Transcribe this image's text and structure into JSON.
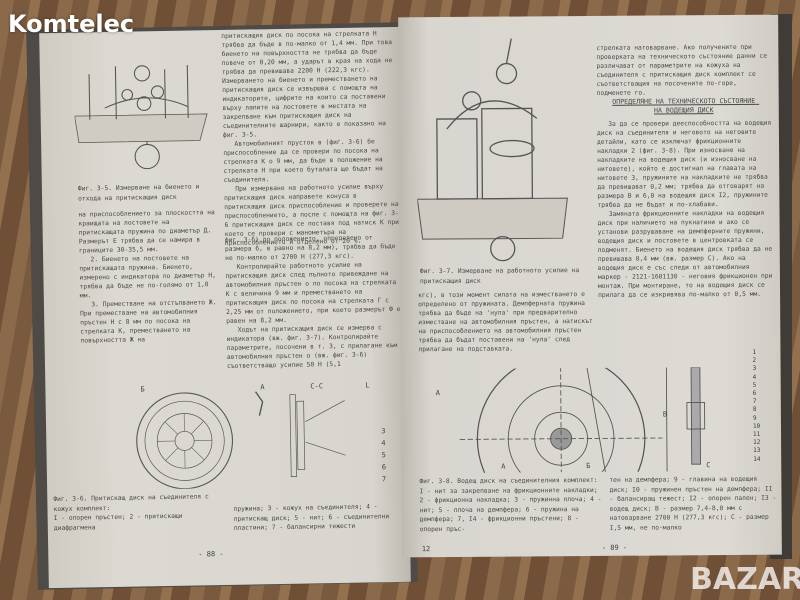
{
  "watermarks": {
    "top_left": "Komtelec",
    "bottom_right": "BAZAR"
  },
  "left_page": {
    "top_right_text": "притискащия диск по посока на стрелката Н трябва да бъде в по-малко от 1,4 мм. При това биенето на повърхността не трябва да бъде повече от 0,20 мм, а ударът в края на хода не трябва да превишава 2200 Н (222,3 кгс). Измерването на биенето и преместването на притискащия диск се извършва с помощта на индикаторите, цифрите на които са поставени върху лапите на лостовете в местата на закрепване към притискащия диск на съединителните шарнири, както е показано на фиг. 3-5.\n   Автомобилният прусток в (фиг. 3-6) бе приспособление да се провери по посока на стрелката К о 9 мм, да бъде в положение на стрелката Н при което буталата ще бъдат на съединителя.\n   При измерване на работното усилие върху притискащия диск направете конуса в притискащия диск приспособление и проверете на приспособлението, а после с помощта на фиг. 3-6 притискащия диск се поставя под натиск К при което се провери с манометъра на приспособлението и отделено от 20 %.",
    "fig1_caption": "Фиг. 3-5. Измерване на биенето и отхода на притискащия диск",
    "lower_left_text": "на приспособлението за плоскостта на краищата на лостовете на притискащата пружина по диаметър Д. Размерът Е трябва да се намира в границите 30-35,5 мм.\n   2. Биенето на лостовете на притискащата пружина. Биенето, измерено с индикатора по диаметър Н, трябва да бъде не по-голямо от 1,0 мм.\n   3. Преместване на отстъпването Ж. При преместване на автомобилния пръстен Н с 8 мм по посока на стрелката К, преместването на повърхността Ж на",
    "lower_right_text": "фиг. 3-6) до положението, определено от размера 6, в равно на 8,2 мм), трябва да бъде не по-малко от 2700 Н (277,3 кгс).\n   Контролирайте работното усилие на притискащия диск след пълното привеждане на автомобилния пръстен о по посока на стрелката К с величина 9 мм и преместването на притискащия диск по посока на стрелката Г с 2,25 мм от положението, при което размерът Ф е равен на 8,2 мм.\n   Ходът на притискащия диск се измерва с индикатора (вж. фиг. 3-7). Контролирайте параметрите, посочени в т. 3, с прилагане към автомобилния пръстен о (вж. фиг. 3-6) съответстващо усилие 50 Н (5,1",
    "fig_labels": [
      "Б",
      "А",
      "С-С",
      "L"
    ],
    "fig2_caption": "Фиг. 3-6. Притискащ диск на съединителя с кожух комплект:\nI - опорен пръстен; 2 - притискащи диафрагмена",
    "fig2_caption_cont": "пружина; 3 - кожух на съединителя; 4 - притискащ диск; 5 - нит; 6 - съединителни пластини; 7 - балансирни тежести",
    "callouts": [
      "3",
      "4",
      "5",
      "6",
      "7"
    ],
    "page_number": "- 88 -"
  },
  "right_page": {
    "top_text": "стрелката натоварване. Ако получените при проверката на техническото състояние данни се различават от параметрите на кожуха на съединителя с притискащия диск комплект се съответстващия на посочените по-горе, подменете го.",
    "heading": "ОПРЕДЕЛЯНЕ НА ТЕХНИЧЕСКОТО СЪСТОЯНИЕ НА ВОДЕЩИЯ ДИСК",
    "body_text": "   За да се провери дееспособността на водещия диск на съединителя и неговото на неговите детайли, като се изключат фрикционните накладки 2 (фиг. 3-8). При износване на накладките на водещия диск (и износване на нитовете), който е достигнал на главата на нитовете 3, пружините на накладките не трябва да превишават 0,2 мм; трябва да отговарят на размера В и 6,0 на водещия диск I2, пружините трябва да не бъдат и по-хлабави.\n   Замяната фрикционните накладки на водещия диск при наличието на пукнатини и ако се установи разрушаване на демпферните пружини, водещия диск и лостовете в центровката се подменят. Биенето на водещия диск трябва да не превишава 0,4 мм (вж. размер С). Ако на водещия диск е със следи от автомобилния маркер - 2121-1601130 - неговия фрикционен при монтаж. При монтиране, то на водещия диск се прилага да се изкривява по-малко от 0,5 мм.",
    "fig_caption_top": "Фиг. 3-7. Измерване на работното усилие на притискащия диск",
    "mid_text": "кгс), в този момент силата на изместването е определено от пружината. Демпферната пружина трябва да бъде на 'нула' при предварително изместване на автомобилния пръстен, а натискът на приспособлението на автомобилния пръстен трябва да бъдат поставени на 'нула' след прилагане на подставката.",
    "fig_labels": [
      "А",
      "А",
      "В",
      "С",
      "Б"
    ],
    "callouts": [
      "1",
      "2",
      "3",
      "4",
      "5",
      "6",
      "7",
      "8",
      "9",
      "10",
      "11",
      "12",
      "13",
      "14"
    ],
    "fig3_caption": "Фиг. 3-8. Водещ диск на съединителния комплект:\nI - нит за закрепване на фрикционните накладки; 2 - фрикционна накладка; 3 - пружинна плоча; 4 - нит; 5 - плоча на демпфера; 6 - пружина на демпфера; 7, I4 - фрикционни пръстени; 8 - опорен пръс-",
    "fig3_caption_cont": "тен на демпфера; 9 - главина на водещия диск; I0 - пружинен пръстен на демпфера; II - балансиращ тежест; I2 - опорен пален; I3 - водещ диск; В - размер 7,4-8,0 мм с натоварване 2700 Н (277,3 кгс); С - размер I,5 мм, не по-малко",
    "corner_number": "12",
    "page_number": "- 89 -"
  }
}
